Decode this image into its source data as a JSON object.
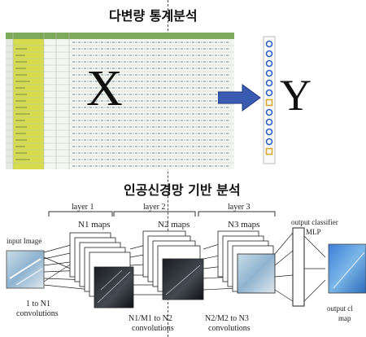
{
  "top": {
    "title": "다변량 통계분석",
    "x_label": "X",
    "y_label": "Y"
  },
  "bottom": {
    "title": "인공신경망 기반 분석",
    "input_label": "input Image",
    "layer1": "layer 1",
    "layer2": "layer 2",
    "layer3": "layer 3",
    "n1_maps": "N1 maps",
    "n2_maps": "N2 maps",
    "n3_maps": "N3 maps",
    "conv1_line1": "1 to N1",
    "conv1_line2": "convolutions",
    "conv2_line1": "N1/M1 to N2",
    "conv2_line2": "convolutions",
    "conv3_line1": "N2/M2 to N3",
    "conv3_line2": "convolutions",
    "classifier_line1": "output classifier",
    "classifier_line2": "MLP",
    "output_line1": "output cl",
    "output_line2": "map"
  },
  "colors": {
    "sheet_header": "#7ea85a",
    "sheet_yellow": "#d7dc4e",
    "arrow_blue": "#3b5bb3",
    "circle_blue": "#2b62c9",
    "square_yellow": "#d8a92a"
  }
}
